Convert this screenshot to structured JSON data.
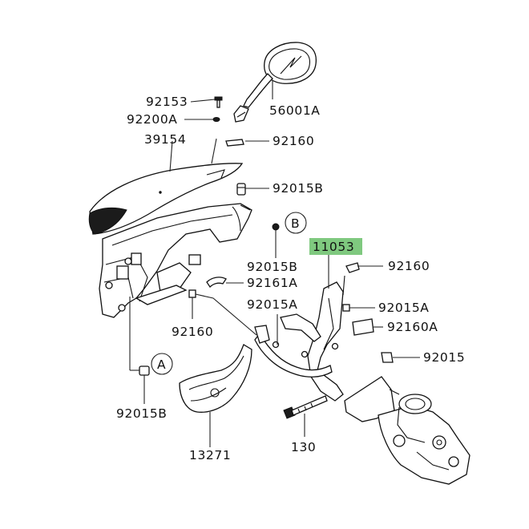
{
  "diagram": {
    "callouts": [
      "92153",
      "92200A",
      "39154",
      "56001A",
      "92160",
      "92015B",
      "92015B",
      "92161A",
      "92160",
      "92015A",
      "92015B",
      "13271",
      "130",
      "11053",
      "92160",
      "92015A",
      "92160A",
      "92015"
    ],
    "refs": [
      "B",
      "A"
    ],
    "highlight_color": "#7fc97f"
  }
}
